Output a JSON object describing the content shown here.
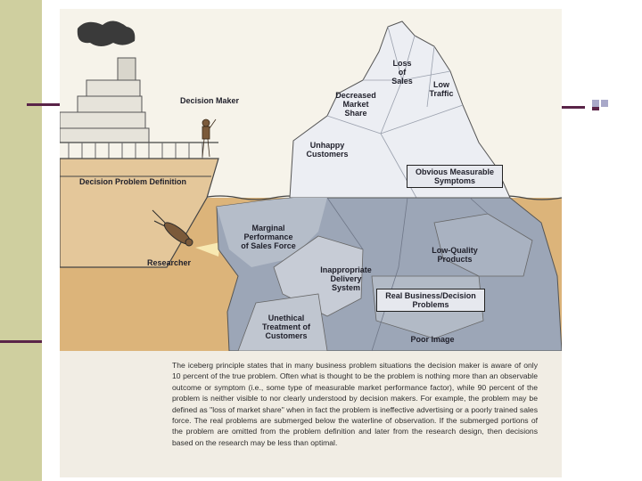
{
  "diagram": {
    "ship_labels": {
      "decision_maker": "Decision Maker",
      "problem_definition": "Decision Problem Definition",
      "researcher": "Researcher"
    },
    "symptoms_above_water": [
      "Loss\nof\nSales",
      "Low\nTraffic",
      "Decreased\nMarket\nShare",
      "Unhappy\nCustomers"
    ],
    "obvious_symptoms_label": "Obvious Measurable\nSymptoms",
    "problems_below_water": [
      "Marginal\nPerformance\nof Sales Force",
      "Inappropriate\nDelivery\nSystem",
      "Low-Quality\nProducts",
      "Unethical\nTreatment of\nCustomers",
      "Poor Image"
    ],
    "real_problems_label": "Real Business/Decision\nProblems",
    "caption": "The iceberg principle states that in many business problem situations the decision maker is aware of only 10 percent of the true problem. Often what is thought to be the problem is nothing more than an observable outcome or symptom (i.e., some type of measurable market performance factor), while 90 percent of the problem is neither visible to nor clearly understood by decision makers. For example, the problem may be defined as \"loss of market share\" when in fact the problem is ineffective advertising or a poorly trained sales force. The real problems are submerged below the waterline of observation. If the submerged portions of the problem are omitted from the problem definition and later from the research design, then decisions based on the research may be less than optimal."
  }
}
